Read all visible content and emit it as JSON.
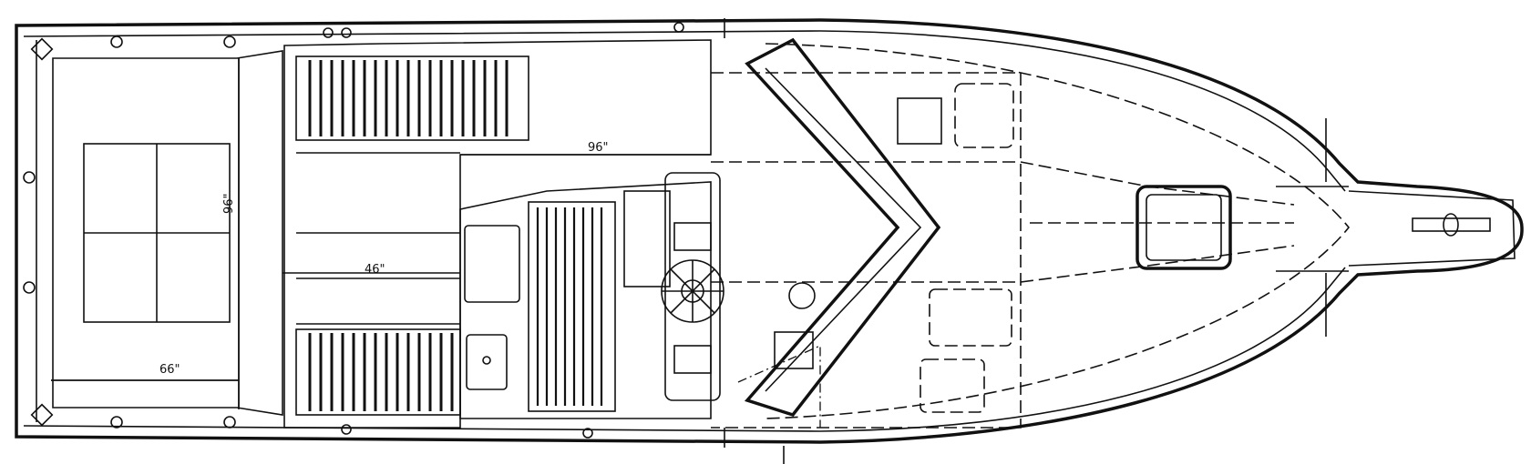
{
  "dimensions": {
    "beam_aft": "96\"",
    "cockpit_length": "66\"",
    "mid_beam": "96\"",
    "seat_width": "46\""
  }
}
